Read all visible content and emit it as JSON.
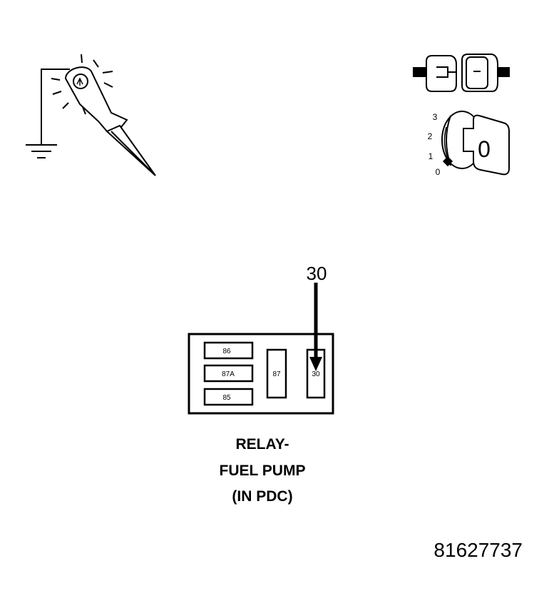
{
  "test_light": {
    "icon": "test-light-probe-icon",
    "ground_icon": "ground-symbol-icon"
  },
  "connector": {
    "icon": "disconnected-connector-icon"
  },
  "ignition": {
    "icon": "ignition-key-icon",
    "key_position_label": "0",
    "positions": [
      "3",
      "2",
      "1",
      "0"
    ]
  },
  "relay": {
    "pins": {
      "pin_86": "86",
      "pin_87a": "87A",
      "pin_85": "85",
      "pin_87": "87",
      "pin_30": "30"
    },
    "callout_label": "30",
    "caption": {
      "line1": "RELAY-",
      "line2": "FUEL PUMP",
      "line3": "(IN PDC)"
    }
  },
  "figure_number": "81627737"
}
